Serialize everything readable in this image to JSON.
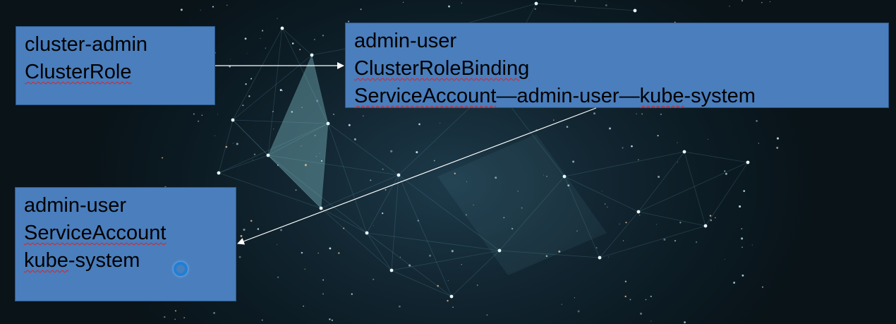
{
  "colors": {
    "box_fill": "#4a7ebd",
    "arrow": "#ffffff",
    "spell_squiggle": "#d22222",
    "cursor": "#1f7fd6"
  },
  "boxes": {
    "cluster_role": {
      "name": "cluster-admin",
      "kind": "ClusterRole"
    },
    "binding": {
      "name": "admin-user",
      "kind": "ClusterRoleBinding",
      "subject_kind": "ServiceAccount",
      "sep1": "—",
      "subject_name": "admin-user",
      "sep2": "—",
      "subject_ns_a": "kube",
      "subject_ns_b": "-system"
    },
    "service_account": {
      "name": "admin-user",
      "kind": "ServiceAccount",
      "ns_a": "kube",
      "ns_b": "-system"
    }
  },
  "edges": [
    {
      "from": "cluster_role",
      "to": "binding"
    },
    {
      "from": "binding",
      "to": "service_account"
    }
  ],
  "icons": {
    "cursor": "busy-cursor-icon"
  }
}
